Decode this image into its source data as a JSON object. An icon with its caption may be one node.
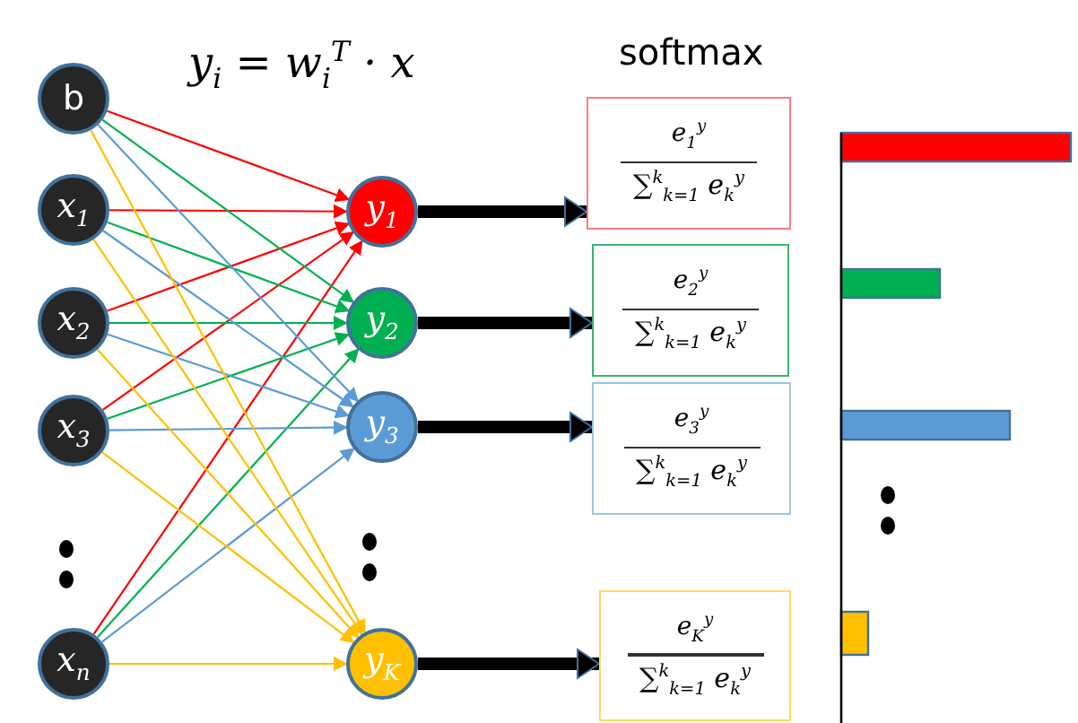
{
  "diagram": {
    "nodes": [
      {
        "text": [
          "b"
        ]
      },
      {
        "text": [
          "x$_{1}$"
        ]
      },
      {
        "text": [
          "x$_{2}$"
        ]
      },
      {
        "text": [
          "x$_{3}$"
        ]
      },
      {
        "text": [
          "x$_{n}$"
        ]
      },
      {
        "text": [
          "y$_{1}$"
        ]
      },
      {
        "text": [
          "y$_{2}$"
        ]
      },
      {
        "text": [
          "y$_{3}$"
        ]
      },
      {
        "text": [
          "y$_{K}$"
        ]
      },
      {
        "text": [
          "e$_{1}$$^{y}$",
          "∑$^{k}$$_{k=1}$ e$_{k}$$^{y}$"
        ]
      },
      {
        "text": [
          "e$_{2}$$^{y}$",
          "∑$^{k}$$_{k=1}$ e$_{k}$$^{y}$"
        ]
      },
      {
        "text": [
          "e$_{3}$$^{y}$",
          "∑$^{k}$$_{k=1}$ e$_{k}$$^{y}$"
        ]
      },
      {
        "text": [
          "e$_{K}$$^{y}$",
          "∑$^{k}$$_{k=1}$ e$_{k}$$^{y}$"
        ]
      }
    ],
    "edges": [
      {
        "from": 0,
        "to": 5,
        "arrow": "to",
        "color": "#ff0000"
      },
      {
        "from": 1,
        "to": 5,
        "arrow": "to",
        "color": "#ff0000"
      },
      {
        "from": 2,
        "to": 5,
        "arrow": "to",
        "color": "#ff0000"
      },
      {
        "from": 3,
        "to": 5,
        "arrow": "to",
        "color": "#ff0000"
      },
      {
        "from": 4,
        "to": 5,
        "arrow": "to",
        "color": "#ff0000"
      },
      {
        "from": 0,
        "to": 6,
        "arrow": "to",
        "color": "#00b050"
      },
      {
        "from": 1,
        "to": 6,
        "arrow": "to",
        "color": "#00b050"
      },
      {
        "from": 2,
        "to": 6,
        "arrow": "to",
        "color": "#00b050"
      },
      {
        "from": 3,
        "to": 6,
        "arrow": "to",
        "color": "#00b050"
      },
      {
        "from": 4,
        "to": 6,
        "arrow": "to",
        "color": "#00b050"
      },
      {
        "from": 0,
        "to": 7,
        "arrow": "to",
        "color": "#5b9bd5"
      },
      {
        "from": 1,
        "to": 7,
        "arrow": "to",
        "color": "#5b9bd5"
      },
      {
        "from": 2,
        "to": 7,
        "arrow": "to",
        "color": "#5b9bd5"
      },
      {
        "from": 3,
        "to": 7,
        "arrow": "to",
        "color": "#5b9bd5"
      },
      {
        "from": 4,
        "to": 7,
        "arrow": "to",
        "color": "#5b9bd5"
      },
      {
        "from": 0,
        "to": 8,
        "arrow": "to",
        "color": "#ffc000"
      },
      {
        "from": 1,
        "to": 8,
        "arrow": "to",
        "color": "#ffc000"
      },
      {
        "from": 2,
        "to": 8,
        "arrow": "to",
        "color": "#ffc000"
      },
      {
        "from": 3,
        "to": 8,
        "arrow": "to",
        "color": "#ffc000"
      },
      {
        "from": 4,
        "to": 8,
        "arrow": "to",
        "color": "#ffc000"
      },
      {
        "from": 5,
        "to": 9,
        "arrow": "to",
        "style": "thick",
        "color": "#000000"
      },
      {
        "from": 6,
        "to": 10,
        "arrow": "to",
        "style": "thick",
        "color": "#000000"
      },
      {
        "from": 7,
        "to": 11,
        "arrow": "to",
        "style": "thick",
        "color": "#000000"
      },
      {
        "from": 8,
        "to": 12,
        "arrow": "to",
        "style": "thick",
        "color": "#000000"
      }
    ],
    "labels": [
      "y$_{i}$ = w$_{i}$$^{T}$ · x",
      "softmax"
    ]
  }
}
